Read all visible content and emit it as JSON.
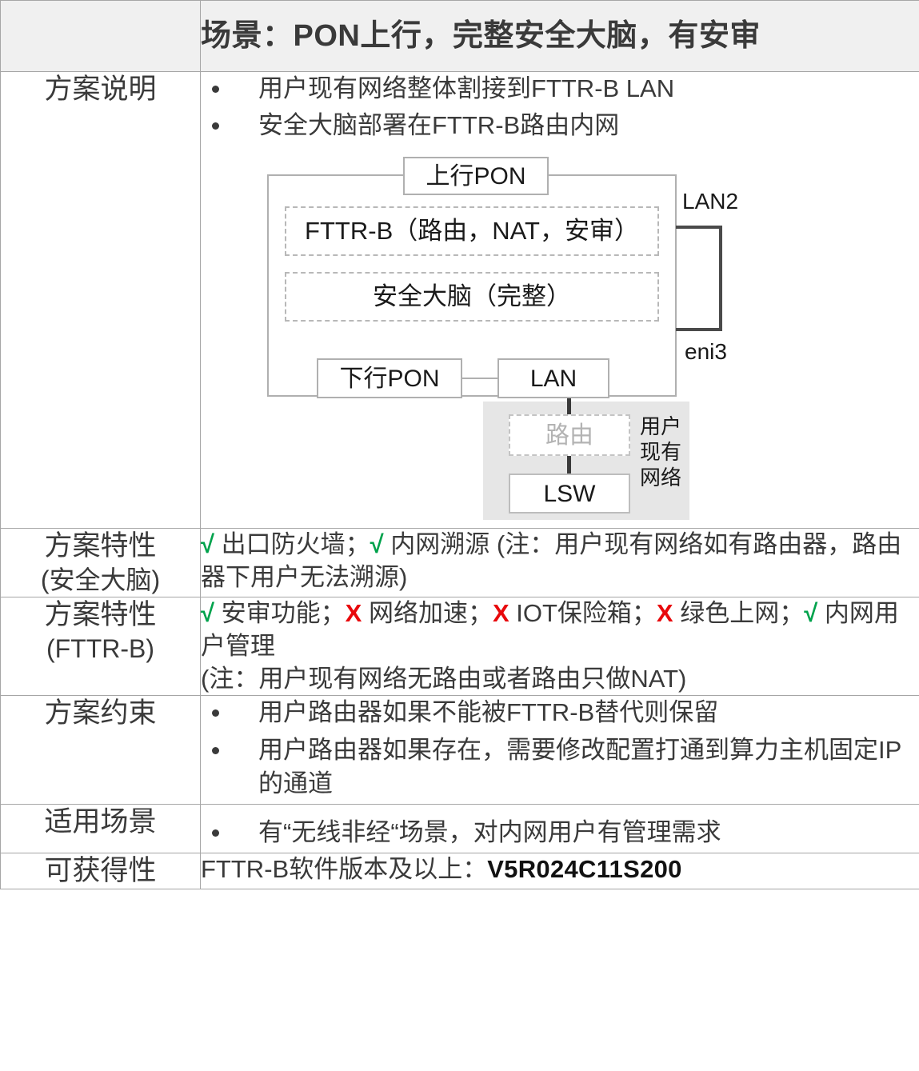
{
  "header": {
    "blank_label": "",
    "title": "场景：PON上行，完整安全大脑，有安审"
  },
  "rows": {
    "description": {
      "label": "方案说明",
      "bullets": [
        "用户现有网络整体割接到FTTR-B LAN",
        "安全大脑部署在FTTR-B路由内网"
      ]
    },
    "feature_brain": {
      "label_main": "方案特性",
      "label_sub": "(安全大脑)",
      "mark_ok_1": "√",
      "text_1": " 出口防火墙；",
      "mark_ok_2": "√",
      "text_2": " 内网溯源 (注：用户现有网络如有路由器，路由器下用户无法溯源)"
    },
    "feature_fttrb": {
      "label_main": "方案特性",
      "label_sub": "(FTTR-B)",
      "mark_ok_1": "√",
      "text_1": " 安审功能；",
      "mark_no_1": "X",
      "text_2": " 网络加速；",
      "mark_no_2": "X",
      "text_3": " IOT保险箱；",
      "mark_no_3": "X",
      "text_4": " 绿色上网；",
      "mark_ok_2": "√",
      "text_5": " 内网用户管理",
      "note": "(注：用户现有网络无路由或者路由只做NAT)"
    },
    "constraints": {
      "label": "方案约束",
      "bullets": [
        "用户路由器如果不能被FTTR-B替代则保留",
        "用户路由器如果存在，需要修改配置打通到算力主机固定IP的通道"
      ]
    },
    "scenarios": {
      "label": "适用场景",
      "bullets": [
        "有“无线非经“场景，对内网用户有管理需求"
      ]
    },
    "availability": {
      "label": "可获得性",
      "text_prefix": "FTTR-B软件版本及以上：",
      "version": "V5R024C11S200"
    }
  },
  "diagram": {
    "up_pon": "上行PON",
    "fttrb_module": "FTTR-B（路由，NAT，安审）",
    "brain_module": "安全大脑（完整）",
    "down_pon": "下行PON",
    "lan": "LAN",
    "lan2_label": "LAN2",
    "eni3_label": "eni3",
    "route": "路由",
    "lsw": "LSW",
    "user_network_label_lines": [
      "用户",
      "现有",
      "网络"
    ]
  },
  "colors": {
    "check_green": "#00a24c",
    "cross_red": "#e8090c",
    "border_gray": "#a6a6a6",
    "header_bg": "#f0f0f0",
    "text_dark": "#3a3a3a"
  }
}
